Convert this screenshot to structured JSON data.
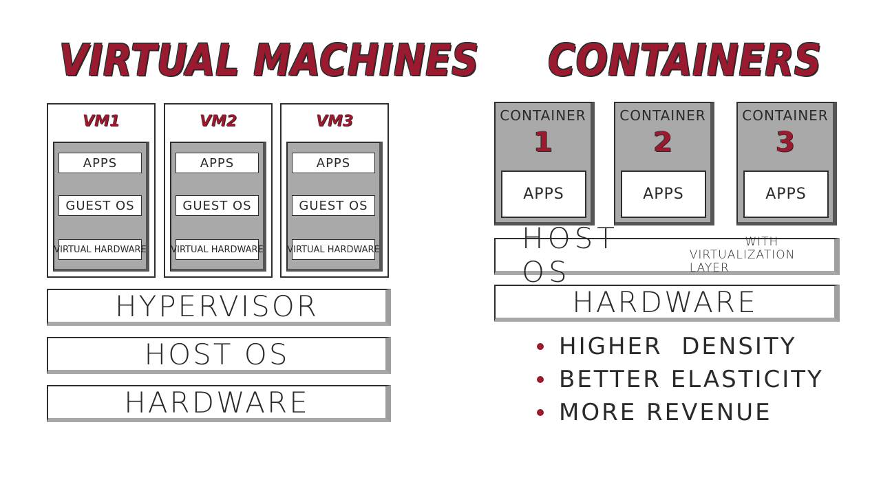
{
  "left": {
    "title": "VIRTUAL MACHINES",
    "vms": [
      {
        "label": "VM1",
        "apps": "APPS",
        "guest_os": "GUEST OS",
        "virtual_hardware": "VIRTUAL HARDWARE"
      },
      {
        "label": "VM2",
        "apps": "APPS",
        "guest_os": "GUEST OS",
        "virtual_hardware": "VIRTUAL HARDWARE"
      },
      {
        "label": "VM3",
        "apps": "APPS",
        "guest_os": "GUEST OS",
        "virtual_hardware": "VIRTUAL HARDWARE"
      }
    ],
    "layers": [
      "HYPERVISOR",
      "HOST OS",
      "HARDWARE"
    ]
  },
  "right": {
    "title": "CONTAINERS",
    "containers": [
      {
        "label": "CONTAINER",
        "number": "1",
        "apps": "APPS"
      },
      {
        "label": "CONTAINER",
        "number": "2",
        "apps": "APPS"
      },
      {
        "label": "CONTAINER",
        "number": "3",
        "apps": "APPS"
      }
    ],
    "host_os": {
      "main": "HOST OS",
      "sub_line1": "WITH",
      "sub_line2": "VIRTUALIZATION LAYER"
    },
    "hardware": "HARDWARE",
    "bullets": [
      "HIGHER  DENSITY",
      "BETTER ELASTICITY",
      "MORE REVENUE"
    ]
  },
  "colors": {
    "accent": "#9a1b30",
    "gray_fill": "#a9a9a9",
    "outline": "#2e2e2e"
  }
}
